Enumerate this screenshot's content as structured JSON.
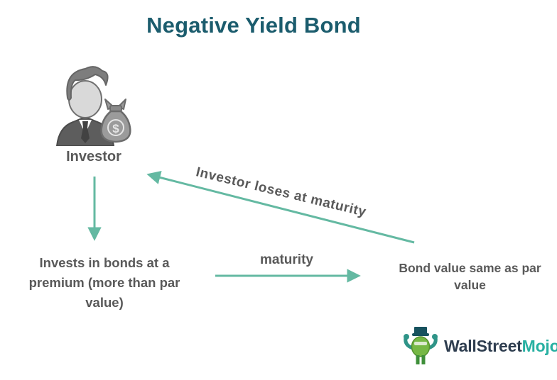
{
  "diagram": {
    "title": "Negative Yield Bond",
    "investor": {
      "label": "Investor",
      "icon": "investor-with-money-bag-icon",
      "money_bag_symbol": "$"
    },
    "premium_node": "Invests in bonds at a premium (more than par value)",
    "maturity_label": "maturity",
    "loses_label": "Investor loses at maturity",
    "bond_value_node": "Bond value same as par value"
  },
  "logo": {
    "icon": "wallstreetmojo-bull-icon",
    "text_primary": "WallStreet",
    "text_accent": "Mojo"
  },
  "colors": {
    "title": "#1b5c6d",
    "arrow": "#64b9a2",
    "body_text": "#595959",
    "logo_primary": "#2e3d4f",
    "logo_accent": "#27b0a2"
  }
}
